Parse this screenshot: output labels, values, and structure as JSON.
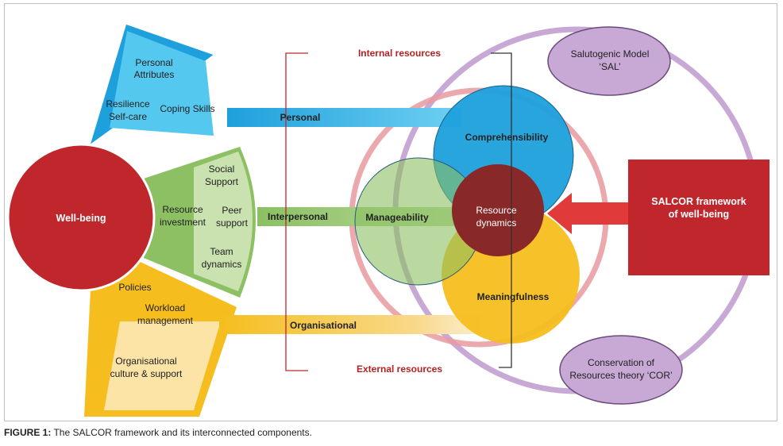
{
  "center": {
    "label": "Well-being"
  },
  "fans": {
    "personal": {
      "items": [
        "Personal",
        "Attributes",
        "Resilience",
        "Self-care",
        "Coping Skills"
      ]
    },
    "interpersonal": {
      "items": [
        "Social",
        "Support",
        "Resource",
        "investment",
        "Peer",
        "support",
        "Team",
        "dynamics"
      ]
    },
    "organisational": {
      "items": [
        "Policies",
        "Workload",
        "management",
        "Organisational",
        "culture & support"
      ]
    }
  },
  "bars": {
    "personal": "Personal",
    "interpersonal": "Interpersonal",
    "organisational": "Organisational"
  },
  "brackets": {
    "internal": "Internal resources",
    "external": "External resources"
  },
  "circles": {
    "comprehensibility": "Comprehensibility",
    "manageability": "Manageability",
    "meaningfulness": "Meaningfulness",
    "resource_line1": "Resource",
    "resource_line2": "dynamics"
  },
  "models": {
    "sal_line1": "Salutogenic Model",
    "sal_line2": "‘SAL’",
    "cor_line1": "Conservation of",
    "cor_line2": "Resources theory ‘COR’"
  },
  "framework": {
    "line1": "SALCOR framework",
    "line2": "of well-being"
  },
  "caption": {
    "label": "FIGURE 1:",
    "text": "The SALCOR framework and its interconnected components."
  },
  "colors": {
    "red": "#c0272d",
    "blue": "#1ea0dc",
    "light_blue": "#55c8f0",
    "green": "#8cc063",
    "light_green": "#c9e2b0",
    "yellow": "#f5be1e",
    "light_yellow": "#fbe4a6",
    "purple": "#c8a8d4",
    "pink_ring": "#e89aa0"
  }
}
